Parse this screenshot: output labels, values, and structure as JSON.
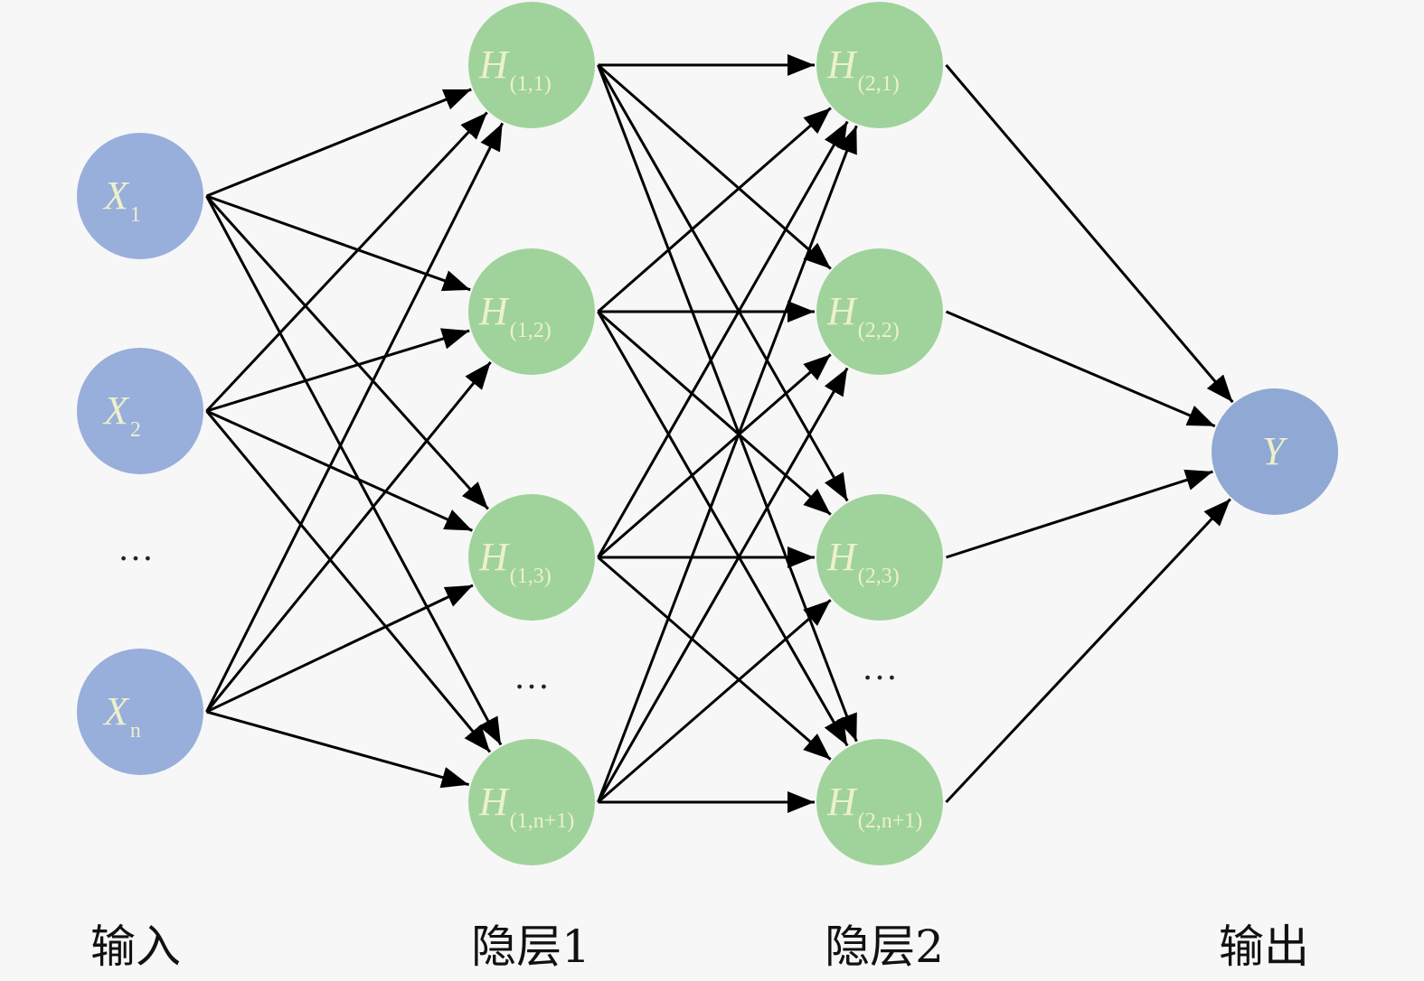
{
  "layers": [
    {
      "name": "输入",
      "nodes": [
        {
          "main": "X",
          "sub": "1"
        },
        {
          "main": "X",
          "sub": "2"
        },
        {
          "main": "X",
          "sub": "n"
        }
      ],
      "ellipsis": "…",
      "color": "#98aedb"
    },
    {
      "name": "隐层1",
      "nodes": [
        {
          "main": "H",
          "sub": "(1,1)"
        },
        {
          "main": "H",
          "sub": "(1,2)"
        },
        {
          "main": "H",
          "sub": "(1,3)"
        },
        {
          "main": "H",
          "sub": "(1,n+1)"
        }
      ],
      "ellipsis": "…",
      "color": "#9fd39b"
    },
    {
      "name": "隐层2",
      "nodes": [
        {
          "main": "H",
          "sub": "(2,1)"
        },
        {
          "main": "H",
          "sub": "(2,2)"
        },
        {
          "main": "H",
          "sub": "(2,3)"
        },
        {
          "main": "H",
          "sub": "(2,n+1)"
        }
      ],
      "ellipsis": "…",
      "color": "#9fd39b"
    },
    {
      "name": "输出",
      "nodes": [
        {
          "main": "Y",
          "sub": ""
        }
      ],
      "ellipsis": "",
      "color": "#8fa9d4"
    }
  ],
  "connectivity": "fully-connected"
}
